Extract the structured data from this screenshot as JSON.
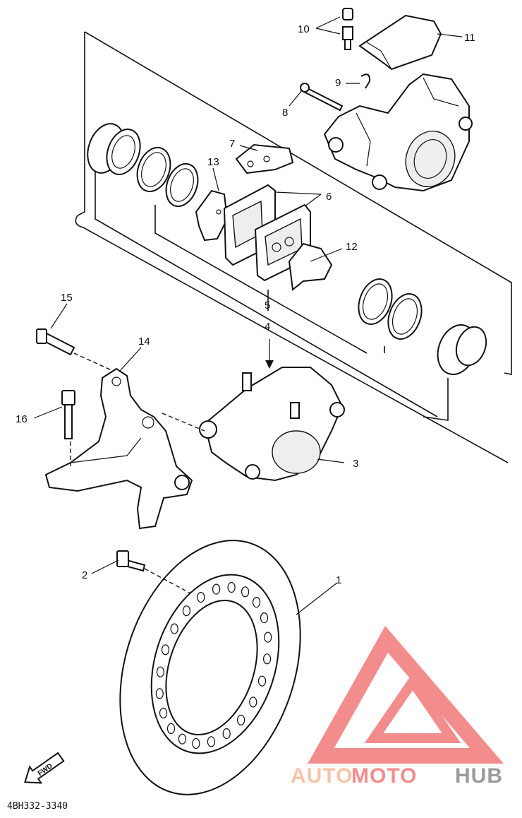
{
  "callouts": {
    "p1": "1",
    "p2": "2",
    "p3": "3",
    "p4": "4",
    "p5": "5",
    "p6": "6",
    "p7": "7",
    "p8": "8",
    "p9": "9",
    "p10": "10",
    "p11": "11",
    "p12": "12",
    "p13": "13",
    "p14": "14",
    "p15": "15",
    "p16": "16"
  },
  "fwd_label": "FWD",
  "diagram_code": "4BH332-3340",
  "watermark": {
    "part1": "AUTO",
    "part2": "MOTO",
    "part3": "HUB",
    "color_light": "#f7b99a",
    "color_red": "#f27a7a",
    "color_gray": "#8a8a8a"
  }
}
